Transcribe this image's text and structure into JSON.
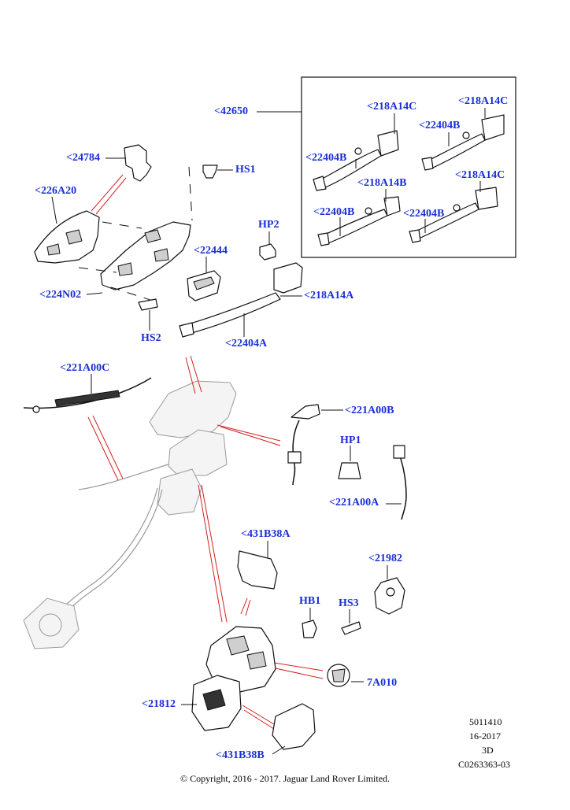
{
  "callouts": {
    "c42650": "<42650",
    "c218A14C_1": "<218A14C",
    "c218A14C_2": "<218A14C",
    "c22404B_1": "<22404B",
    "c22404B_2": "<22404B",
    "c218A14B": "<218A14B",
    "c218A14C_3": "<218A14C",
    "c22404B_3": "<22404B",
    "c22404B_4": "<22404B",
    "c24784": "<24784",
    "cHS1": "HS1",
    "c226A20": "<226A20",
    "cHP2": "HP2",
    "c22444": "<22444",
    "c224N02": "<224N02",
    "c218A14A": "<218A14A",
    "cHS2": "HS2",
    "c22404A": "<22404A",
    "c221A00C": "<221A00C",
    "c221A00B": "<221A00B",
    "cHP1": "HP1",
    "c221A00A": "<221A00A",
    "c431B38A": "<431B38A",
    "c21982": "<21982",
    "cHB1": "HB1",
    "cHS3": "HS3",
    "c7A010": "7A010",
    "c21812": "<21812",
    "c431B38B": "<431B38B"
  },
  "meta": {
    "code1": "5011410",
    "code2": "16-2017",
    "code3": "3D",
    "code4": "C0263363-03",
    "copyright": "© Copyright, 2016 - 2017. Jaguar Land Rover Limited."
  }
}
